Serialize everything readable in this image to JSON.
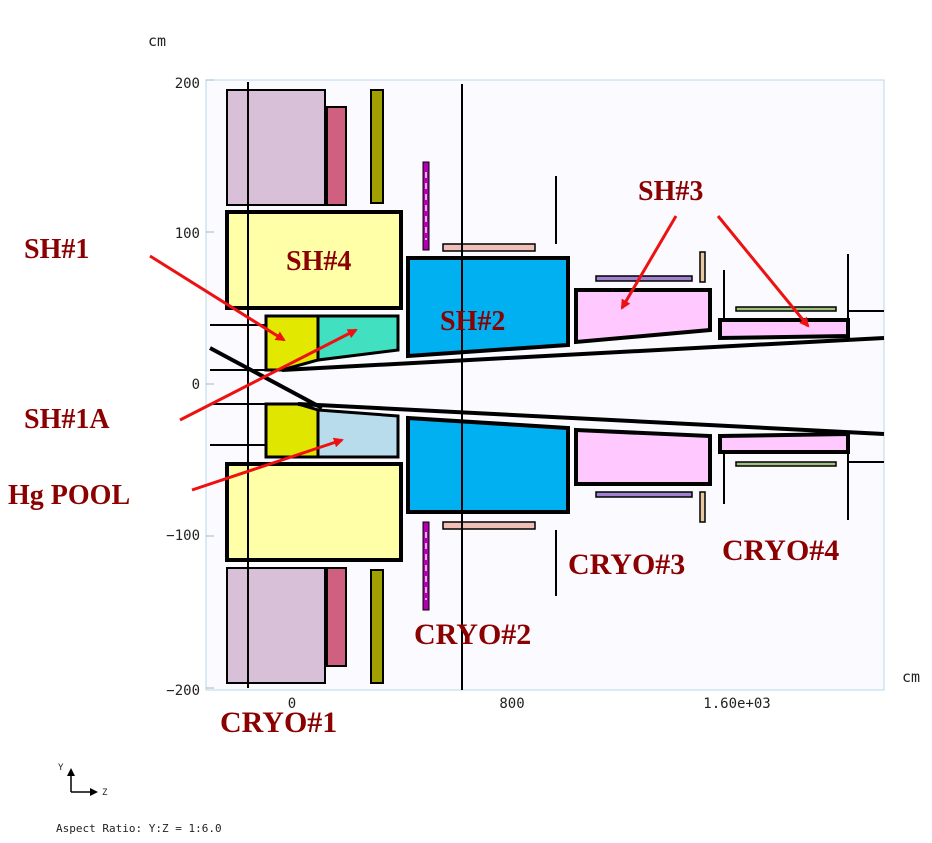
{
  "axes": {
    "y_unit": "cm",
    "x_unit": "cm",
    "y_ticks": [
      "200",
      "100",
      "0",
      "−100",
      "−200"
    ],
    "x_ticks": [
      "0",
      "800",
      "1.60e+03"
    ]
  },
  "callouts": {
    "sh1": "SH#1",
    "sh4": "SH#4",
    "sh2": "SH#2",
    "sh3": "SH#3",
    "sh1a": "SH#1A",
    "hg_pool": "Hg POOL",
    "cryo1": "CRYO#1",
    "cryo2": "CRYO#2",
    "cryo3": "CRYO#3",
    "cryo4": "CRYO#4"
  },
  "orientation": {
    "y_axis_label": "Y",
    "z_axis_label": "Z"
  },
  "footer": {
    "aspect_ratio": "Aspect Ratio: Y:Z = 1:6.0"
  },
  "colors": {
    "sh1": "#e2e800",
    "sh1_bottom": "#e0e600",
    "sh4": "#40e0c0",
    "hg_pool": "#b8dcec",
    "large_yellow": "#ffffa8",
    "sh2": "#00b0f0",
    "sh3": "#ffc8ff",
    "cryo_mauve": "#d8c0d8",
    "cryo_rose": "#d06080",
    "cryo_olive": "#a0a000",
    "magenta_strip": "#b000b0",
    "pink_bar": "#f0c0b8",
    "purple_bar": "#a080d0",
    "green_bar": "#a0c080",
    "callout_text": "#8b0000",
    "arrow": "#ee1111"
  }
}
